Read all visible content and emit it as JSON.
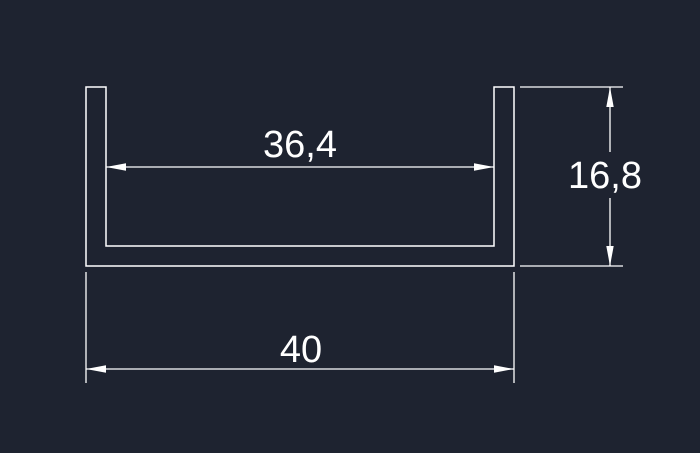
{
  "canvas": {
    "background_color": "#1e2330",
    "line_color": "#ffffff",
    "text_color": "#ffffff"
  },
  "drawing": {
    "profile_type": "U-channel cross-section",
    "dimensions": {
      "inner_width": {
        "label": "36,4",
        "value": 36.4,
        "orientation": "horizontal"
      },
      "height": {
        "label": "16,8",
        "value": 16.8,
        "orientation": "vertical"
      },
      "outer_width": {
        "label": "40",
        "value": 40,
        "orientation": "horizontal"
      }
    }
  }
}
